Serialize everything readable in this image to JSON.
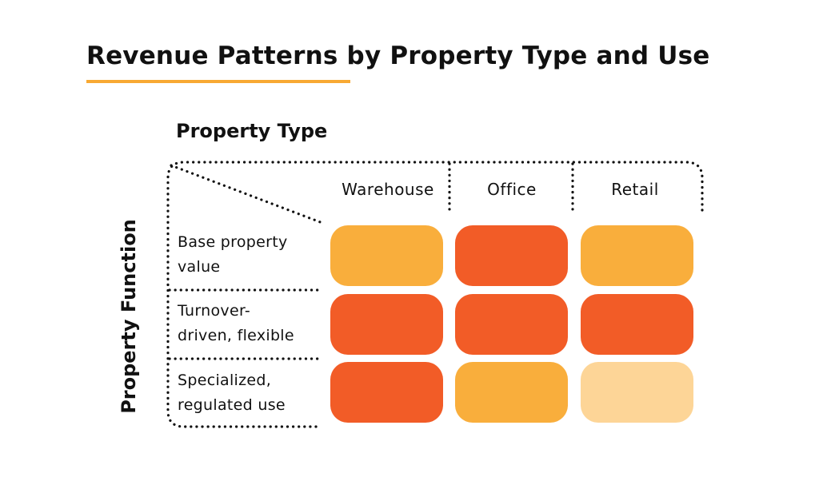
{
  "title": "Revenue Patterns by Property Type and Use",
  "column_axis_label": "Property Type",
  "row_axis_label": "Property Function",
  "columns": [
    "Warehouse",
    "Office",
    "Retail"
  ],
  "rows": [
    {
      "line1": "Base property",
      "line2": "value"
    },
    {
      "line1": "Turnover-",
      "line2": "driven, flexible"
    },
    {
      "line1": "Specialized,",
      "line2": "regulated use"
    }
  ],
  "colors": {
    "accent": "#F8A933",
    "high": "#F25C27",
    "medium": "#F9AE3C",
    "low": "#FDD597"
  },
  "cells": [
    [
      "medium",
      "high",
      "medium"
    ],
    [
      "high",
      "high",
      "high"
    ],
    [
      "high",
      "medium",
      "low"
    ]
  ]
}
